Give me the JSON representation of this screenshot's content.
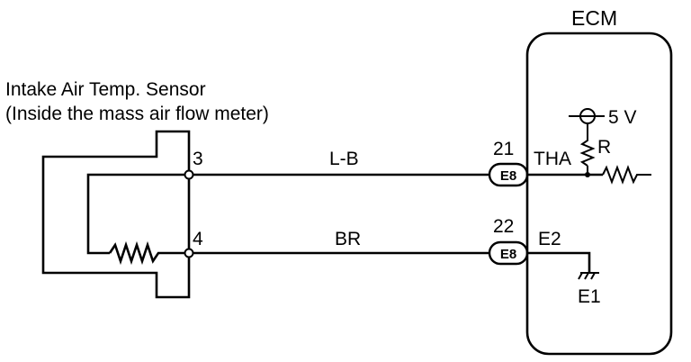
{
  "sensor": {
    "title_line1": "Intake Air Temp. Sensor",
    "title_line2": "(Inside the mass air flow meter)",
    "pin_upper": "3",
    "pin_lower": "4"
  },
  "wires": {
    "upper_color": "L-B",
    "lower_color": "BR"
  },
  "ecm": {
    "title": "ECM",
    "terminal_upper_number": "21",
    "terminal_lower_number": "22",
    "connector_upper": "E8",
    "connector_lower": "E8",
    "signal_upper": "THA",
    "signal_lower": "E2",
    "supply_voltage": "5 V",
    "pullup_resistor": "R",
    "ground": "E1"
  }
}
